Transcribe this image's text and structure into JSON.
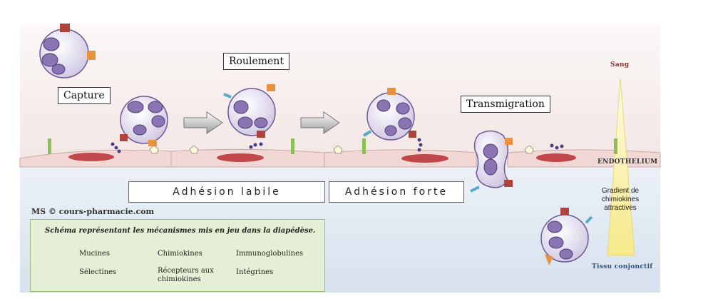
{
  "labels": {
    "capture": "Capture",
    "roulement": "Roulement",
    "transmigration": "Transmigration",
    "adhesion_labile": "Adhésion labile",
    "adhesion_forte": "Adhésion forte",
    "sang": "Sang",
    "endothelium": "Endothelium",
    "tissu": "Tissu conjonctif",
    "gradient": "Gradient de chimiokines attractives"
  },
  "credit": "MS © cours-pharmacie.com",
  "legend": {
    "title": "Schéma représentant les mécanismes mis en jeu dans la diapédèse.",
    "items": {
      "mucines": "Mucines",
      "chimiokines": "Chimiokines",
      "immunoglobulines": "Immunoglobulines",
      "selectines": "Sélectines",
      "recepteurs_line1": "Récepteurs aux",
      "recepteurs_line2": "chimiokines",
      "integrines": "Intégrines"
    }
  },
  "colors": {
    "blood": "#f8f3f2",
    "tissue": "#dfe8f2",
    "endothelium": "#f3dcd8",
    "nucleus": "#8b74b2",
    "cell": "#e6e1f0",
    "selectin": "#b0423c",
    "receptor": "#e8913e",
    "integrin": "#5ba8cf",
    "ig": "#8cbf55",
    "mucin": "#4a3f87"
  }
}
